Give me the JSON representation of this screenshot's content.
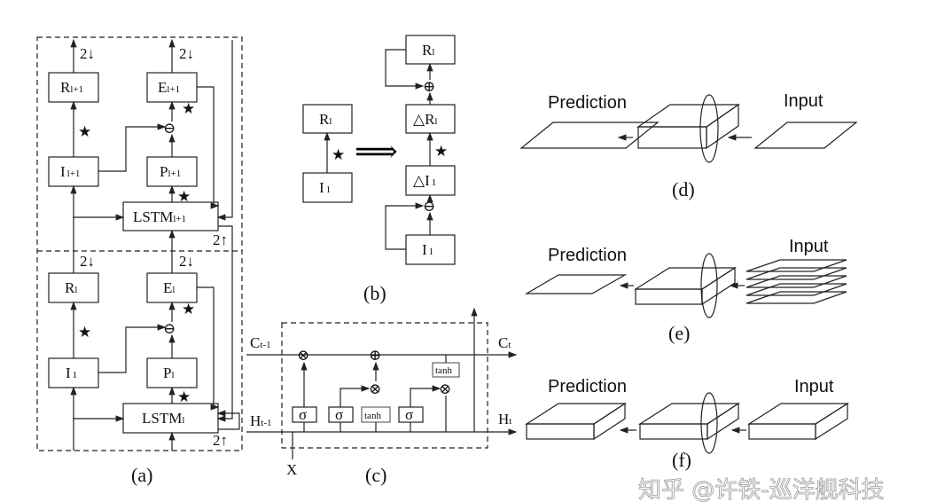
{
  "panel_a": {
    "caption": "(a)",
    "upper": {
      "R": "R",
      "R_sub": "l+1",
      "E": "E",
      "E_sub": "l+1",
      "I": "I",
      "I_sub": "l+1",
      "P": "P",
      "P_sub": "l+1",
      "LSTM": "LSTM",
      "LSTM_sub": "l+1"
    },
    "lower": {
      "R": "R",
      "R_sub": "l",
      "E": "E",
      "E_sub": "l",
      "I": "I",
      "I_sub": "1",
      "P": "P",
      "P_sub": "l",
      "LSTM": "LSTM",
      "LSTM_sub": "l"
    },
    "down2": "2↓",
    "up2": "2↑",
    "star": "★",
    "minus": "⊖"
  },
  "panel_b": {
    "caption": "(b)",
    "left": {
      "R": "R",
      "R_sub": "l",
      "I": "I",
      "I_sub": "1"
    },
    "implies": "⟹",
    "right": {
      "R": "R",
      "R_sub": "l",
      "dR": "△R",
      "dR_sub": "l",
      "dI": "△I",
      "dI_sub": "1",
      "I": "I",
      "I_sub": "1"
    },
    "plus": "⊕",
    "minus": "⊖",
    "star": "★"
  },
  "panel_c": {
    "caption": "(c)",
    "c_in": "C",
    "c_in_sub": "t-1",
    "c_out": "C",
    "c_out_sub": "t",
    "h_in": "H",
    "h_in_sub": "t-1",
    "h_out": "H",
    "h_out_sub": "t",
    "x": "X",
    "sigma": "σ",
    "tanh": "tanh",
    "times": "⊗",
    "plus": "⊕"
  },
  "panel_d": {
    "caption": "(d)",
    "prediction": "Prediction",
    "input": "Input"
  },
  "panel_e": {
    "caption": "(e)",
    "prediction": "Prediction",
    "input": "Input"
  },
  "panel_f": {
    "caption": "(f)",
    "prediction": "Prediction",
    "input": "Input"
  },
  "watermark": "知乎 @许铁-巡洋舰科技"
}
